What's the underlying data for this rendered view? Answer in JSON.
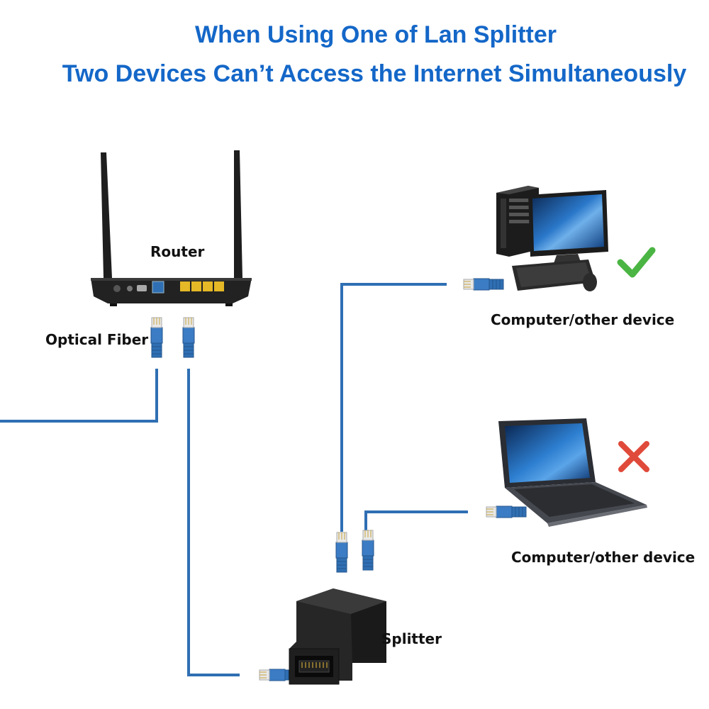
{
  "title": {
    "line1": "When Using One of  Lan Splitter",
    "line2": "Two Devices Can’t Access the Internet  Simultaneously"
  },
  "labels": {
    "router": "Router",
    "optical_fiber": "Optical Fiber",
    "device_desktop": "Computer/other device",
    "device_laptop": "Computer/other device",
    "splitter": "Splitter"
  },
  "status": {
    "desktop": "check-icon",
    "laptop": "cross-icon"
  },
  "colors": {
    "title": "#1467c8",
    "cable": "#2f6fb3",
    "connector": "#3b7cc4",
    "check": "#4bb543",
    "cross": "#e04a3a",
    "device_dark": "#1c1c1c",
    "screen_blue": "#1f5fa8"
  }
}
